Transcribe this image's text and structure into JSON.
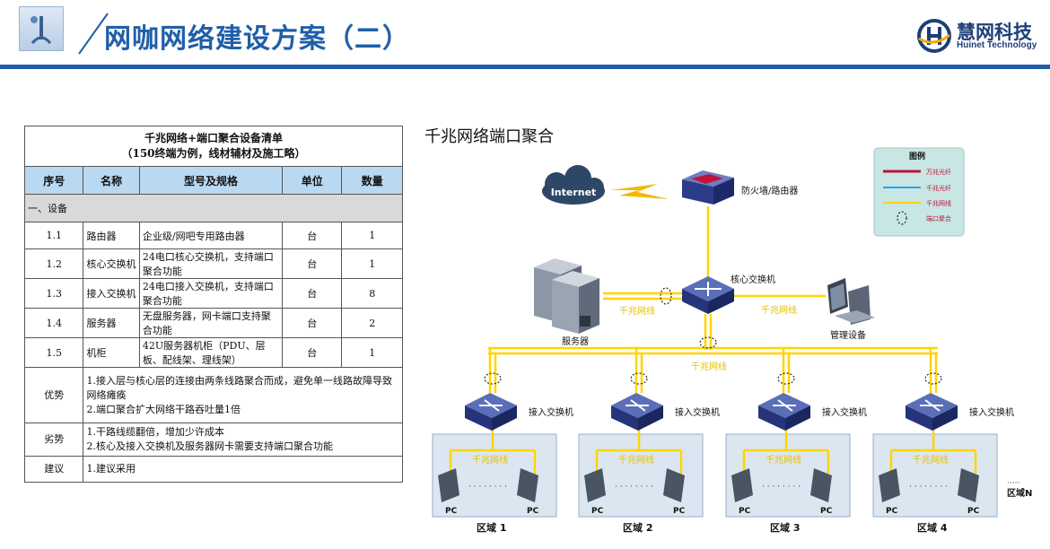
{
  "header": {
    "title": "网咖网络建设方案（二）",
    "brand_cn": "慧网科技",
    "brand_en": "Huinet Technology",
    "accent_color": "#1f5fa8"
  },
  "table": {
    "caption_line1": "千兆网络+端口聚合设备清单",
    "caption_line2": "（150终端为例，线材辅材及施工略）",
    "columns": [
      "序号",
      "名称",
      "型号及规格",
      "单位",
      "数量"
    ],
    "section": "一、设备",
    "rows": [
      {
        "no": "1.1",
        "name": "路由器",
        "spec": "企业级/网吧专用路由器",
        "unit": "台",
        "qty": "1"
      },
      {
        "no": "1.2",
        "name": "核心交换机",
        "spec": "24电口核心交换机，支持端口聚合功能",
        "unit": "台",
        "qty": "1"
      },
      {
        "no": "1.3",
        "name": "接入交换机",
        "spec": "24电口接入交换机，支持端口聚合功能",
        "unit": "台",
        "qty": "8"
      },
      {
        "no": "1.4",
        "name": "服务器",
        "spec": "无盘服务器，网卡端口支持聚合功能",
        "unit": "台",
        "qty": "2"
      },
      {
        "no": "1.5",
        "name": "机柜",
        "spec": "42U服务器机柜（PDU、层板、配线架、理线架）",
        "unit": "台",
        "qty": "1"
      }
    ],
    "pros_label": "优势",
    "pros": "1.接入层与核心层的连接由两条线路聚合而成，避免单一线路故障导致网络瘫痪\n2.端口聚合扩大网络干路吞吐量1倍",
    "cons_label": "劣势",
    "cons": "1.干路线缆翻倍，增加少许成本\n2.核心及接入交换机及服务器网卡需要支持端口聚合功能",
    "advice_label": "建议",
    "advice": "1.建议采用"
  },
  "diagram": {
    "title": "千兆网络端口聚合",
    "internet": "Internet",
    "firewall": "防火墙/路由器",
    "core_switch": "核心交换机",
    "server": "服务器",
    "mgmt": "管理设备",
    "gigabit_label": "千兆网线",
    "access_switch": "接入交换机",
    "pc": "PC",
    "dots": "· · · · · · · ·",
    "zones": [
      "区域 1",
      "区域 2",
      "区域 3",
      "区域 4"
    ],
    "zone_n": "区域N",
    "legend": {
      "title": "图例",
      "items": [
        "万兆光纤",
        "千兆光纤",
        "千兆网线",
        "端口聚合"
      ],
      "colors": [
        "#c0143c",
        "#2aa0f0",
        "#ffd400",
        "#000000"
      ]
    }
  }
}
